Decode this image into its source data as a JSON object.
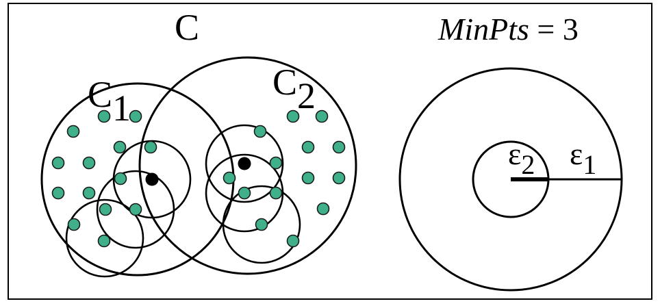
{
  "labels": {
    "cluster_c": "C",
    "cluster_c1_main": "C",
    "cluster_c1_sub": "1",
    "cluster_c2_main": "C",
    "cluster_c2_sub": "2",
    "minpts": "MinPts",
    "minpts_eq": " = 3",
    "eps2_main": "ε",
    "eps2_sub": "2",
    "eps1_main": "ε",
    "eps1_sub": "1"
  },
  "colors": {
    "point_fill": "#3fb08a",
    "core_point_fill": "#000000",
    "stroke": "#000000"
  }
}
